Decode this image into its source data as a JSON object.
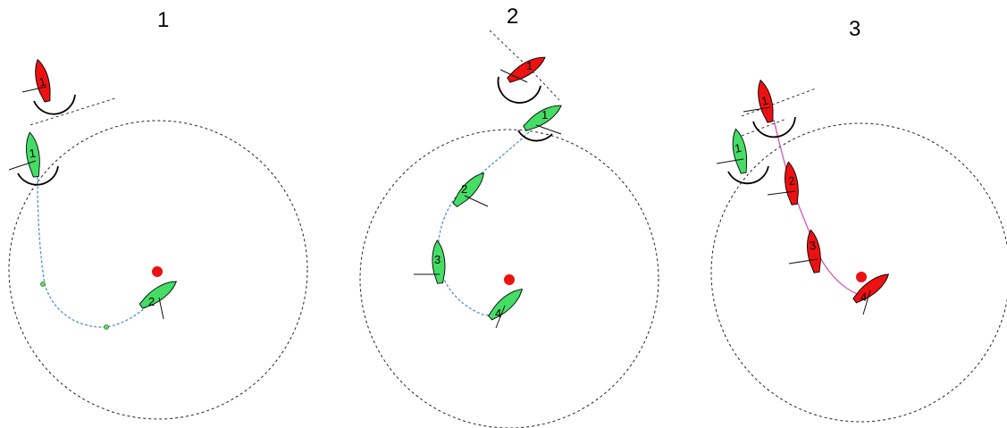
{
  "colors": {
    "green_boat": "#44dd66",
    "red_boat": "#ee1111",
    "mark": "#ee1111",
    "track_blue": "#4f8fd8",
    "track_magenta": "#cc55bb",
    "circle": "#222222"
  },
  "panels": [
    {
      "title": "1",
      "boats": [
        {
          "label": "1",
          "color": "red"
        },
        {
          "label": "1",
          "color": "green"
        },
        {
          "label": "2",
          "color": "green"
        }
      ]
    },
    {
      "title": "2",
      "boats": [
        {
          "label": "1",
          "color": "red"
        },
        {
          "label": "1",
          "color": "green"
        },
        {
          "label": "2",
          "color": "green"
        },
        {
          "label": "3",
          "color": "green"
        },
        {
          "label": "4",
          "color": "green"
        }
      ]
    },
    {
      "title": "3",
      "boats": [
        {
          "label": "1",
          "color": "red"
        },
        {
          "label": "1",
          "color": "green"
        },
        {
          "label": "2",
          "color": "red"
        },
        {
          "label": "3",
          "color": "red"
        },
        {
          "label": "4",
          "color": "red"
        }
      ]
    }
  ]
}
